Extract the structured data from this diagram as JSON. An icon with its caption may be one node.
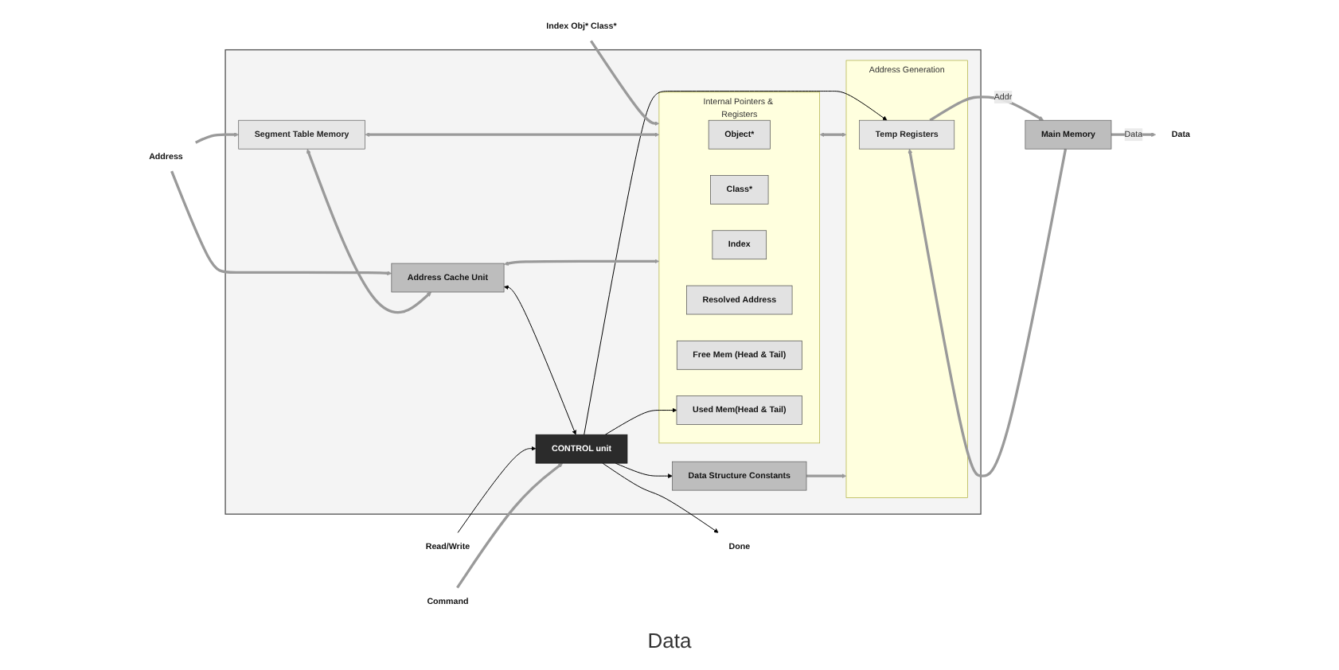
{
  "diagram": {
    "nodes": [
      {
        "text": [],
        "shape": "box"
      },
      {
        "text": [
          "Index Obj* Class*"
        ]
      },
      {
        "text": [
          "Address"
        ]
      },
      {
        "text": [
          "Read/Write"
        ]
      },
      {
        "text": [
          "Command"
        ]
      },
      {
        "text": [
          "Done"
        ]
      },
      {
        "text": [
          "Data"
        ]
      },
      {
        "text": [
          "Segment Table Memory"
        ],
        "in": 0
      },
      {
        "text": [
          "Address Cache Unit"
        ],
        "in": 0
      },
      {
        "text": [
          "Internal Pointers & Registers"
        ],
        "in": 0
      },
      {
        "text": [
          "Object*"
        ],
        "in": 9
      },
      {
        "text": [
          "Class*"
        ],
        "in": 9
      },
      {
        "text": [
          "Index"
        ],
        "in": 9
      },
      {
        "text": [
          "Resolved Address"
        ],
        "in": 9
      },
      {
        "text": [
          "Free Mem (Head & Tail)"
        ],
        "in": 9
      },
      {
        "text": [
          "Used Mem(Head & Tail)"
        ],
        "in": 9
      },
      {
        "text": [
          "Address Generation"
        ],
        "in": 0
      },
      {
        "text": [
          "Temp Registers"
        ],
        "in": 16
      },
      {
        "text": [
          "Data Structure Constants"
        ],
        "in": 0
      },
      {
        "text": [
          "CONTROL unit"
        ],
        "in": 0
      },
      {
        "text": [
          "Main Memory"
        ]
      }
    ],
    "edges": [
      {
        "from": 1,
        "to": 9,
        "arrow": "to"
      },
      {
        "from": 2,
        "to": 7,
        "arrow": "to"
      },
      {
        "from": 2,
        "to": 8,
        "arrow": "to"
      },
      {
        "from": 7,
        "to": 9,
        "arrow": "both"
      },
      {
        "from": 7,
        "to": 8,
        "arrow": "both"
      },
      {
        "from": 8,
        "to": 9,
        "arrow": "both"
      },
      {
        "from": 8,
        "to": 19,
        "arrow": "both",
        "color": "#000000"
      },
      {
        "from": 3,
        "to": 19,
        "arrow": "to",
        "color": "#000000"
      },
      {
        "from": 4,
        "to": 19,
        "arrow": "to"
      },
      {
        "from": 19,
        "to": 5,
        "arrow": "to",
        "color": "#000000"
      },
      {
        "from": 19,
        "to": 17,
        "arrow": "to",
        "color": "#000000"
      },
      {
        "from": 19,
        "to": 18,
        "arrow": "to",
        "color": "#000000"
      },
      {
        "from": 19,
        "to": 15,
        "arrow": "to",
        "color": "#000000"
      },
      {
        "from": 9,
        "to": 16,
        "arrow": "both"
      },
      {
        "from": 18,
        "to": 16,
        "arrow": "to"
      },
      {
        "from": 17,
        "to": 20,
        "label": "Addr",
        "arrow": "to"
      },
      {
        "from": 20,
        "to": 17,
        "arrow": "to"
      },
      {
        "from": 20,
        "to": 6,
        "label": "Data",
        "arrow": "to"
      }
    ],
    "labels": [
      "Data"
    ]
  }
}
